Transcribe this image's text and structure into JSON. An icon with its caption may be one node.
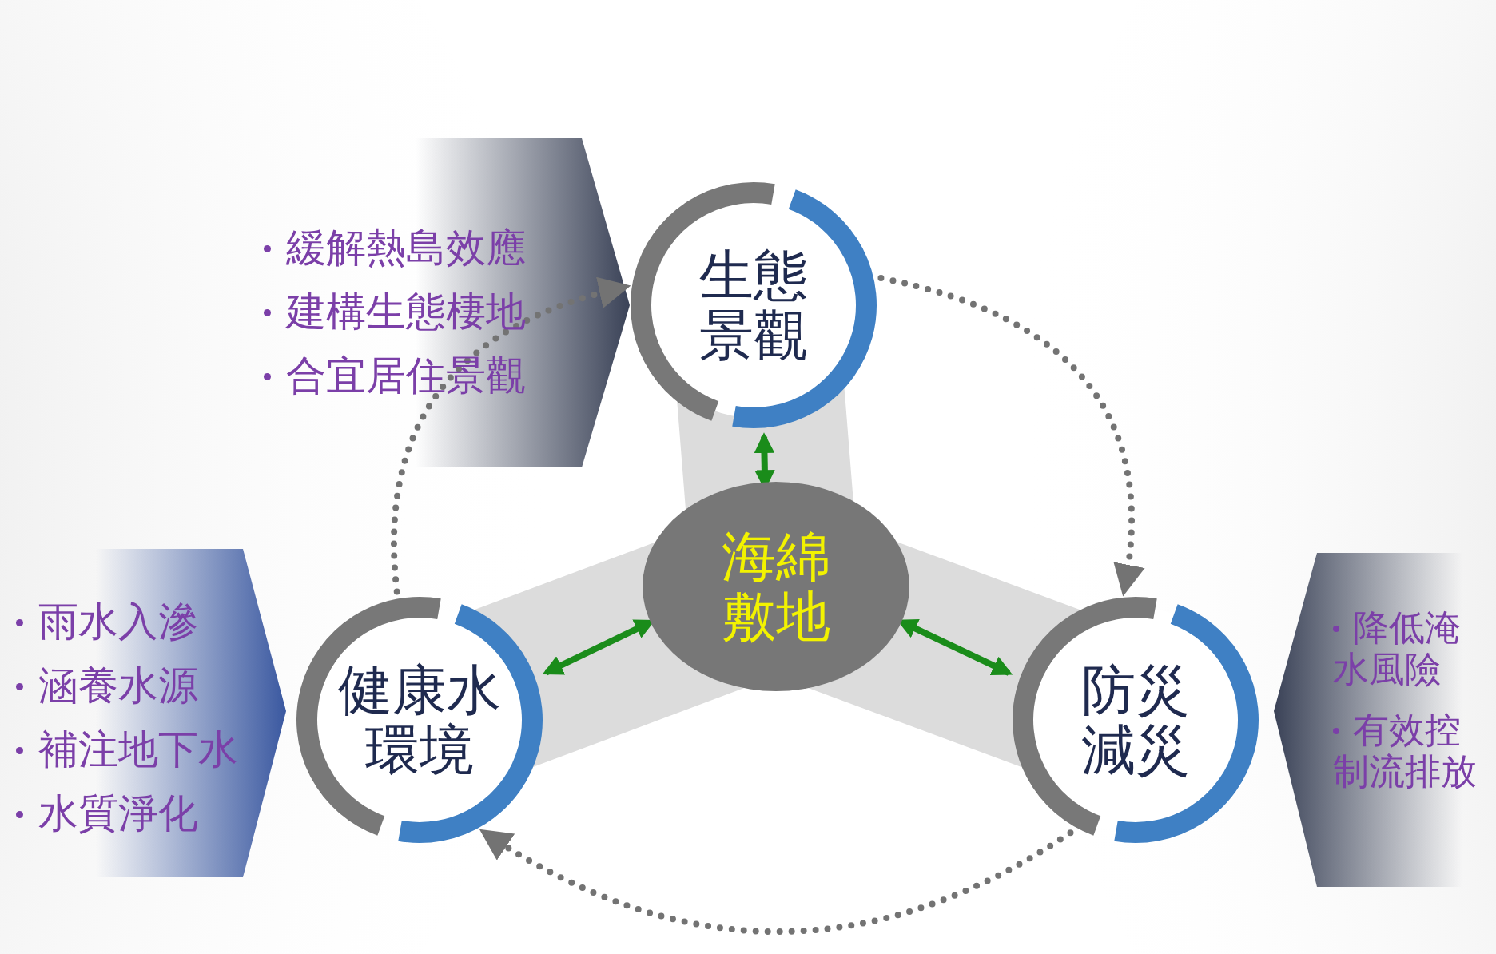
{
  "diagram": {
    "nodes": [
      {
        "text": [
          "生態景觀"
        ],
        "beside": [
          "緩解熱島效應",
          "建構生態棲地",
          "合宜居住景觀"
        ]
      },
      {
        "text": [
          "海綿敷地"
        ]
      },
      {
        "text": [
          "健康水環境"
        ],
        "beside": [
          "雨水入滲",
          "涵養水源",
          "補注地下水",
          "水質淨化"
        ]
      },
      {
        "text": [
          "防災減災"
        ],
        "beside": [
          "降低淹水風險",
          "有效控制流排放"
        ]
      }
    ],
    "edges": [
      {
        "from": 1,
        "to": 0,
        "arrow": "both",
        "color": "#1a8c1a"
      },
      {
        "from": 1,
        "to": 2,
        "arrow": "both",
        "color": "#1a8c1a"
      },
      {
        "from": 1,
        "to": 3,
        "arrow": "both",
        "color": "#1a8c1a"
      },
      {
        "from": 0,
        "to": 3,
        "arrow": "to",
        "style": "dashed"
      },
      {
        "from": 3,
        "to": 2,
        "arrow": "to",
        "style": "dashed"
      },
      {
        "from": 2,
        "to": 0,
        "arrow": "to",
        "style": "dashed"
      }
    ]
  }
}
